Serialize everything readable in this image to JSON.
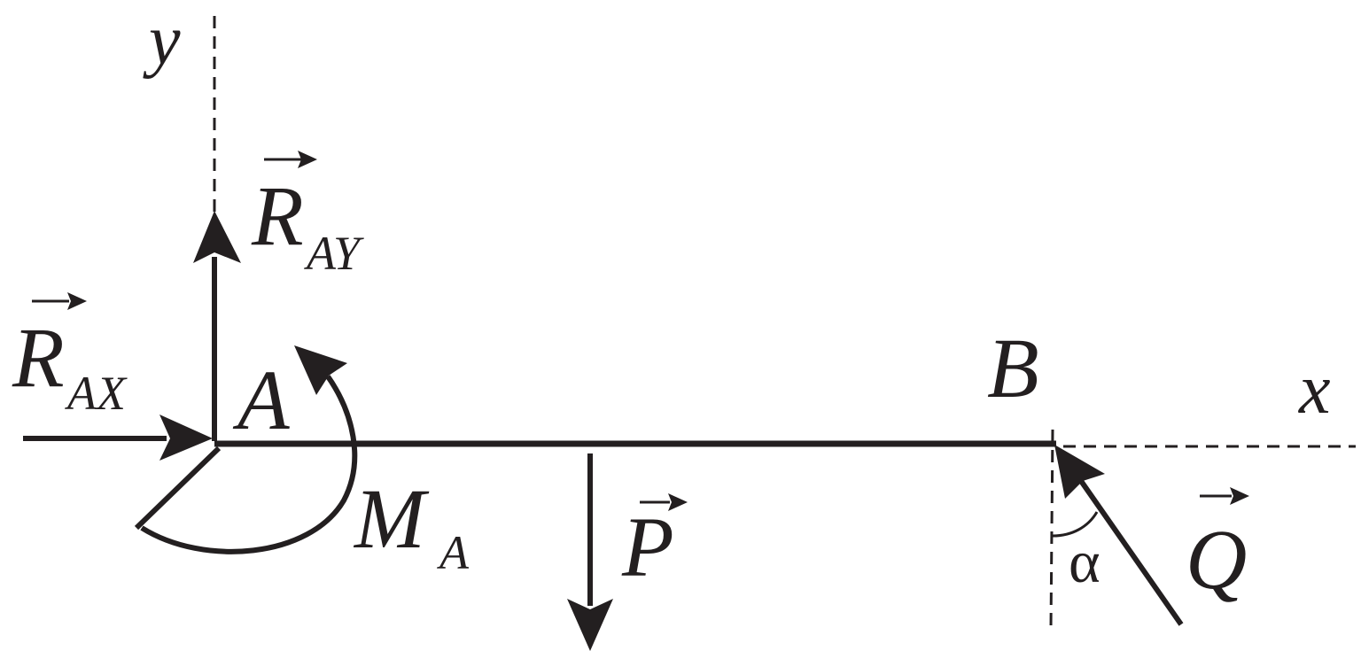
{
  "labels": {
    "y_axis": "y",
    "x_axis": "x",
    "point_a": "A",
    "point_b": "B",
    "r_ay_main": "R",
    "r_ay_sub": "AY",
    "r_ax_main": "R",
    "r_ax_sub": "AX",
    "m_a_main": "M",
    "m_a_sub": "A",
    "p": "P",
    "q": "Q",
    "alpha": "α"
  },
  "colors": {
    "ink": "#231f20",
    "background": "#ffffff"
  }
}
